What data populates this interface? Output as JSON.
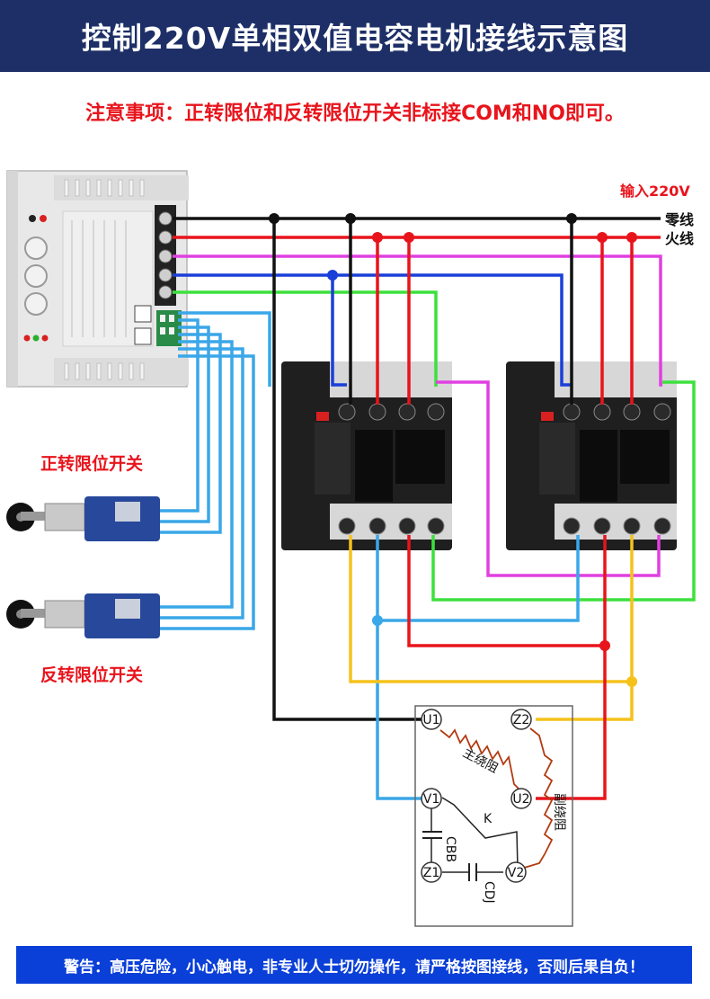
{
  "header": {
    "title": "控制220V单相双值电容电机接线示意图"
  },
  "notice": {
    "text": "注意事项：正转限位和反转限位开关非标接COM和NO即可。"
  },
  "power": {
    "input_label": "输入220V",
    "neutral_label": "零线",
    "live_label": "火线"
  },
  "switches": {
    "forward_label": "正转限位开关",
    "reverse_label": "反转限位开关"
  },
  "motor": {
    "terminals": {
      "u1": "U1",
      "u2": "U2",
      "v1": "V1",
      "v2": "V2",
      "z1": "Z1",
      "z2": "Z2"
    },
    "main_winding": "主绕阻",
    "aux_winding": "副绕阻",
    "switch_k": "K",
    "cap_run": "CBB",
    "cap_start": "CDJ"
  },
  "footer": {
    "warning": "警告：高压危险，小心触电，非专业人士切勿操作，请严格按图接线，否则后果自负！"
  },
  "colors": {
    "neutral": "#111111",
    "live": "#e8141c",
    "pink": "#e040e0",
    "blue": "#1a3fd8",
    "green": "#3de03d",
    "cyan": "#3aa7e8",
    "yellow": "#f5c21b",
    "header_bg": "#1d2f66"
  }
}
